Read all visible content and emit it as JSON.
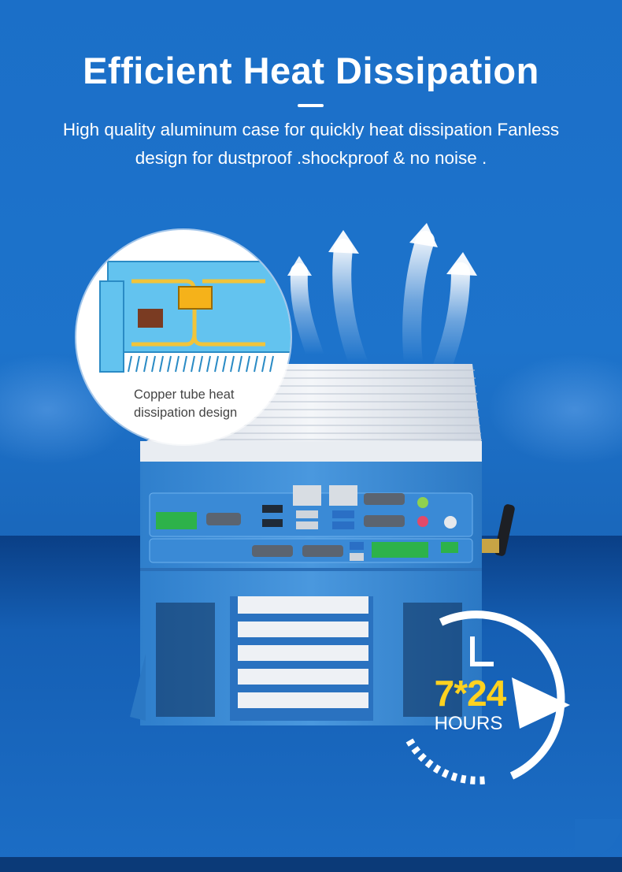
{
  "header": {
    "title": "Efficient Heat Dissipation",
    "subtitle": "High quality aluminum case for quickly heat dissipation Fanless design for dustproof .shockproof & no noise ."
  },
  "callout": {
    "label": "Copper tube heat dissipation design"
  },
  "badge": {
    "number": "7*24",
    "unit": "HOURS"
  },
  "colors": {
    "background": "#1b6fc8",
    "device_blue": "#3d8fd8",
    "accent_yellow": "#ffd21f",
    "fins": "#e8ecf2"
  },
  "icons": [
    "heat-arrow-icon",
    "clock-ring-icon",
    "antenna-icon"
  ]
}
